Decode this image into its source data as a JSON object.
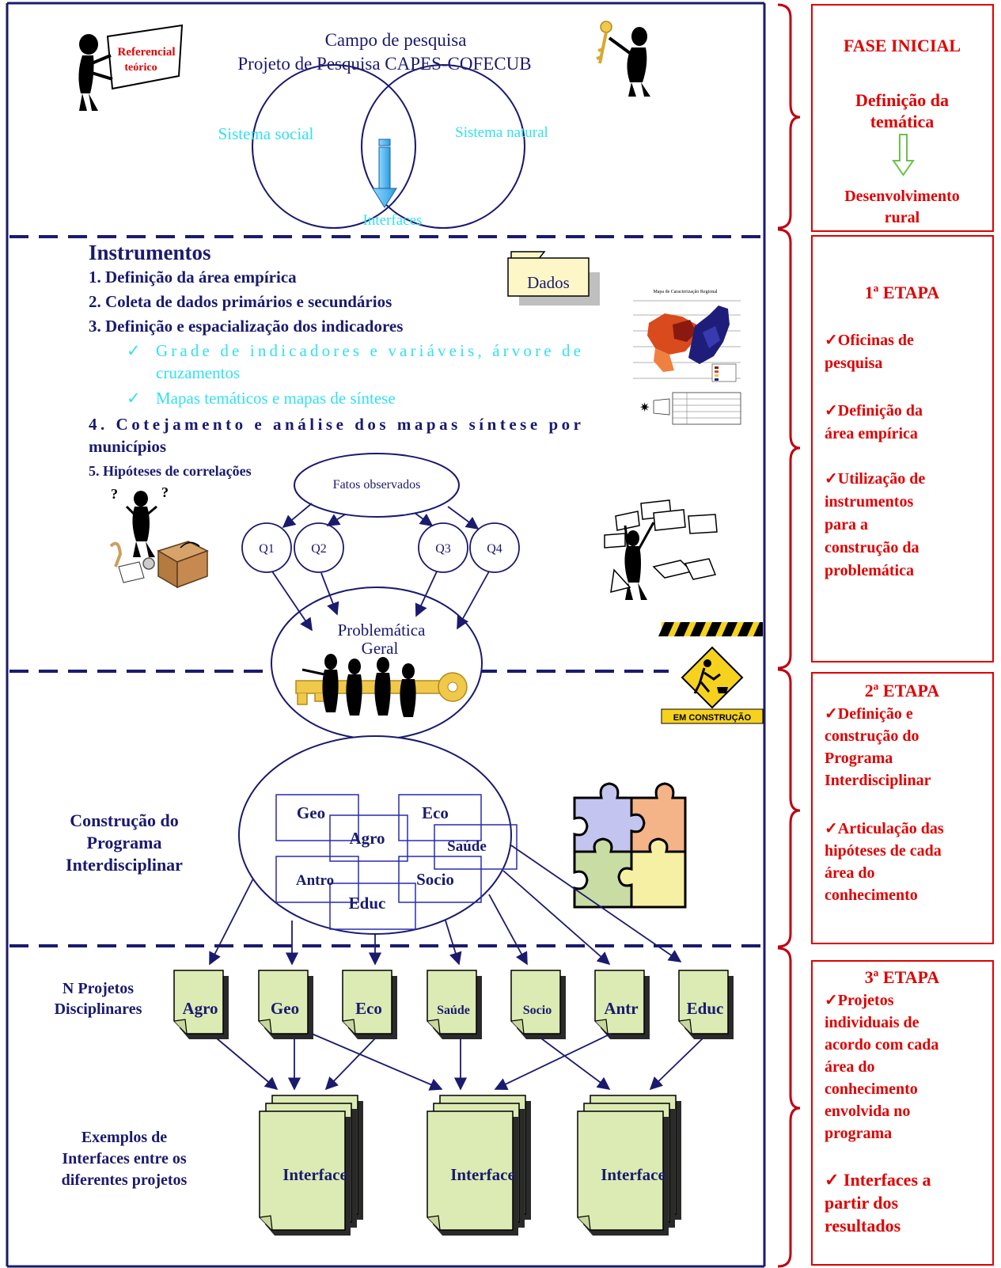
{
  "colors": {
    "frame": "#1a1a6e",
    "red": "#e00000",
    "cyan": "#33e0f0",
    "doc_fill": "#dcebb4",
    "key": "#f0c84a",
    "arrow_fill": "#3ab4ee"
  },
  "header": {
    "line1": "Campo de pesquisa",
    "line2": "Projeto de Pesquisa CAPES-COFECUB",
    "sign": [
      "Referencial",
      "teórico"
    ],
    "circle_left": "Sistema social",
    "circle_right": "Sistema natural",
    "interfaces": "Interfaces"
  },
  "instrumentos": {
    "title": "Instrumentos",
    "item1": "1. Definição da área empírica",
    "item2": "2. Coleta de dados primários e secundários",
    "item3": "3. Definição e espacialização dos indicadores",
    "sub1_line1": "Grade de indicadores e variáveis, árvore de",
    "sub1_line2": "cruzamentos",
    "sub2": "Mapas temáticos e mapas de síntese",
    "item4_line1": "4. Cotejamento e análise dos mapas síntese por",
    "item4_line2": "municípios",
    "item5": "5. Hipóteses de correlações",
    "folder": "Dados",
    "map_title": "Mapa de Caracterização Regional"
  },
  "problematica": {
    "facts": "Fatos observados",
    "questions": [
      "Q1",
      "Q2",
      "Q3",
      "Q4"
    ],
    "line1": "Problemática",
    "line2": "Geral"
  },
  "construction_sign": "EM  CONSTRUÇÃO",
  "programa": {
    "label": [
      "Construção do",
      "Programa",
      "Interdisciplinar"
    ],
    "boxes": [
      "Geo",
      "Agro",
      "Eco",
      "Saúde",
      "Antro",
      "Educ",
      "Socio"
    ]
  },
  "projetos": {
    "label": [
      "N Projetos",
      "Disciplinares"
    ],
    "docs": [
      "Agro",
      "Geo",
      "Eco",
      "Saúde",
      "Socio",
      "Antr",
      "Educ"
    ]
  },
  "interfaces_section": {
    "label": [
      "Exemplos de",
      "Interfaces entre os",
      "diferentes projetos"
    ],
    "docs": [
      "Interface",
      "Interface",
      "Interface"
    ]
  },
  "right_panels": {
    "fase_inicial": {
      "title": "FASE INICIAL",
      "sub": [
        "Definição da",
        "temática"
      ],
      "result": [
        "Desenvolvimento",
        "rural"
      ]
    },
    "etapa1": {
      "title": "1ª ETAPA",
      "items": [
        [
          "✓Oficinas de",
          "pesquisa"
        ],
        [
          "✓Definição da",
          "área empírica"
        ],
        [
          "✓Utilização de",
          "instrumentos",
          "para a",
          "construção da",
          "problemática"
        ]
      ]
    },
    "etapa2": {
      "title": "2ª ETAPA",
      "items": [
        [
          "✓Definição e",
          "construção do",
          "Programa",
          "Interdisciplinar"
        ],
        [
          "✓Articulação das",
          "hipóteses de cada",
          "área do",
          "conhecimento"
        ]
      ]
    },
    "etapa3": {
      "title": "3ª ETAPA",
      "items": [
        [
          "✓Projetos",
          "individuais de",
          "acordo com cada",
          "área do",
          "conhecimento",
          "envolvida no",
          "programa"
        ],
        [
          "✓ Interfaces a",
          "partir dos",
          "resultados"
        ]
      ]
    }
  }
}
